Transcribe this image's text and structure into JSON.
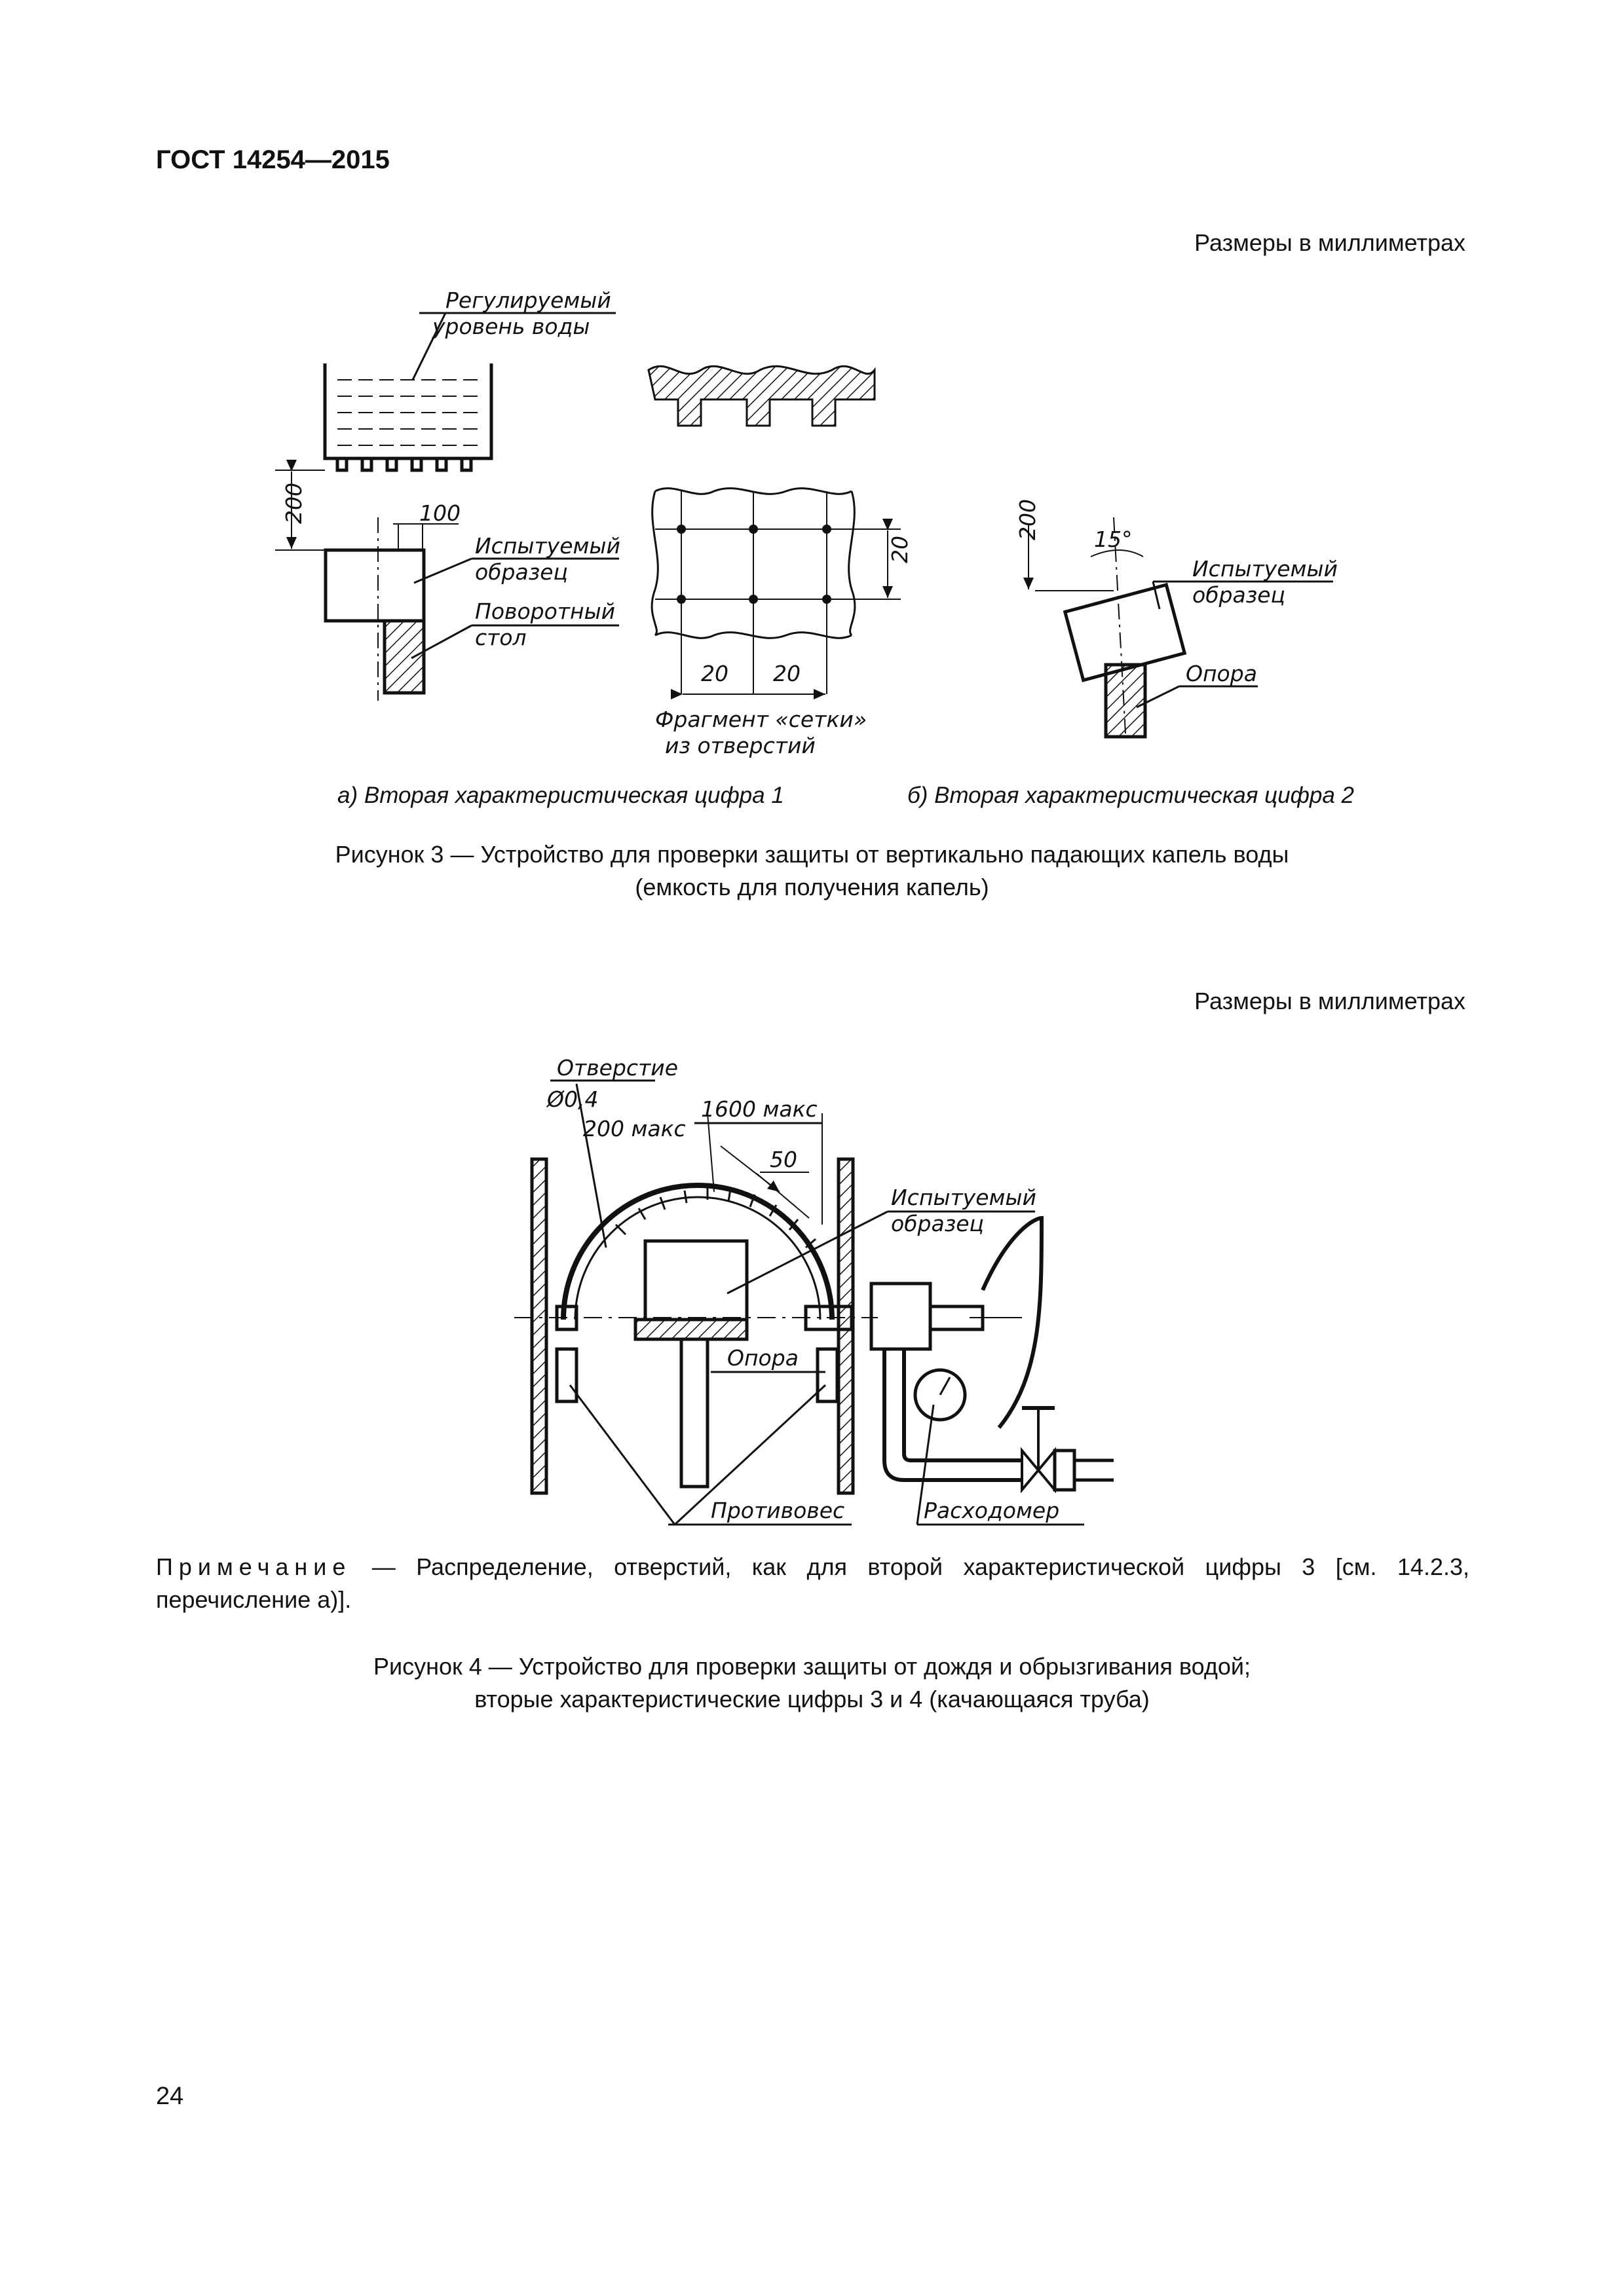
{
  "header": {
    "doc_id": "ГОСТ 14254—2015"
  },
  "units_note": "Размеры в миллиметрах",
  "figure3": {
    "labels": {
      "water_level": [
        "Регулируемый",
        "уровень воды"
      ],
      "sample": [
        "Испытуемый",
        "образец"
      ],
      "turntable": [
        "Поворотный",
        "стол"
      ],
      "grid_fragment": [
        "Фрагмент «сетки»",
        "из отверстий"
      ],
      "support": "Опора",
      "dim_200": "200",
      "dim_100": "100",
      "dim_20": "20",
      "dim_15deg": "15°"
    },
    "sub_a": "а) Вторая характеристическая цифра 1",
    "sub_b": "б) Вторая характеристическая цифра 2",
    "caption_line1": "Рисунок 3 — Устройство для проверки защиты от вертикально падающих капель воды",
    "caption_line2": "(емкость для получения капель)"
  },
  "figure4": {
    "units_note": "Размеры в миллиметрах",
    "labels": {
      "hole": "Отверстие",
      "hole_dia": "Ø0,4",
      "max_1600": "1600 макс",
      "max_200": "200 макс",
      "dim_50": "50",
      "sample": [
        "Испытуемый",
        "образец"
      ],
      "support": "Опора",
      "counterweight": "Противовес",
      "flowmeter": "Расходомер"
    },
    "note_head": "Примечание",
    "note_text": " — Распределение, отверстий, как для второй характеристической цифры 3 [см. 14.2.3, перечисление а)].",
    "caption_line1": "Рисунок 4 — Устройство для проверки защиты от дождя и обрызгивания водой;",
    "caption_line2": "вторые характеристические цифры 3 и 4 (качающаяся труба)"
  },
  "page_number": "24"
}
